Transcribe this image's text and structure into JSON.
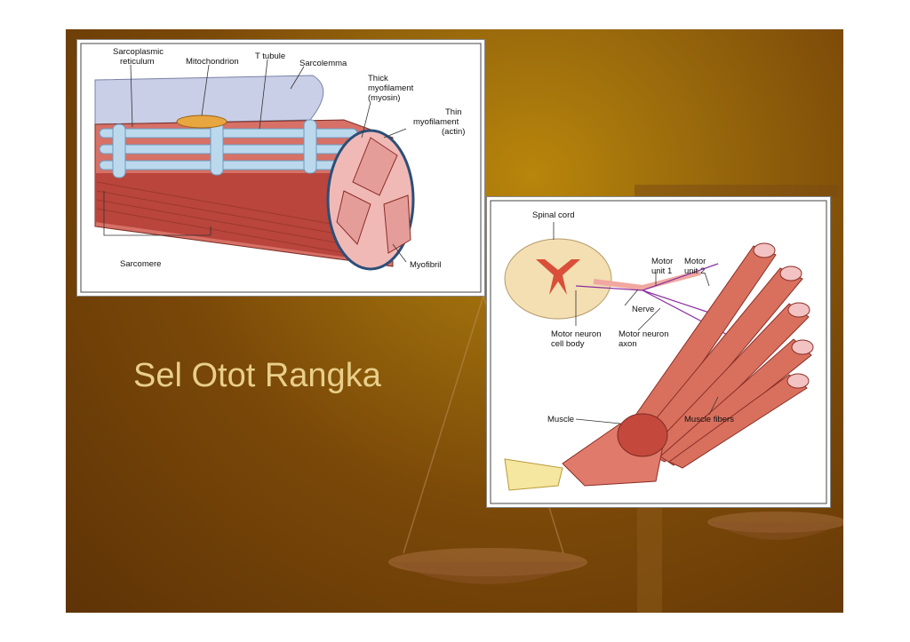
{
  "slide": {
    "title": "Sel Otot Rangka"
  },
  "figure_muscle_fiber": {
    "labels": {
      "sarcoplasmic_reticulum_1": "Sarcoplasmic",
      "sarcoplasmic_reticulum_2": "reticulum",
      "mitochondrion": "Mitochondrion",
      "t_tubule": "T tubule",
      "sarcolemma": "Sarcolemma",
      "thick_1": "Thick",
      "thick_2": "myofilament",
      "thick_3": "(myosin)",
      "thin_1": "Thin",
      "thin_2": "myofilament",
      "thin_3": "(actin)",
      "sarcomere": "Sarcomere",
      "myofibril": "Myofibril"
    }
  },
  "figure_motor_unit": {
    "labels": {
      "spinal_cord": "Spinal cord",
      "motor_unit_1a": "Motor",
      "motor_unit_1b": "unit 1",
      "motor_unit_2a": "Motor",
      "motor_unit_2b": "unit 2",
      "nerve": "Nerve",
      "motor_neuron_cell_body_1": "Motor neuron",
      "motor_neuron_cell_body_2": "cell body",
      "motor_neuron_axon_1": "Motor neuron",
      "motor_neuron_axon_2": "axon",
      "muscle": "Muscle",
      "muscle_fibers": "Muscle fibers"
    }
  },
  "colors": {
    "background_dark": "#5e3306",
    "background_light": "#b8860b",
    "title_text": "#e8cf8a",
    "muscle_red": "#c4483c",
    "membrane_blue": "#b8d4ea"
  }
}
